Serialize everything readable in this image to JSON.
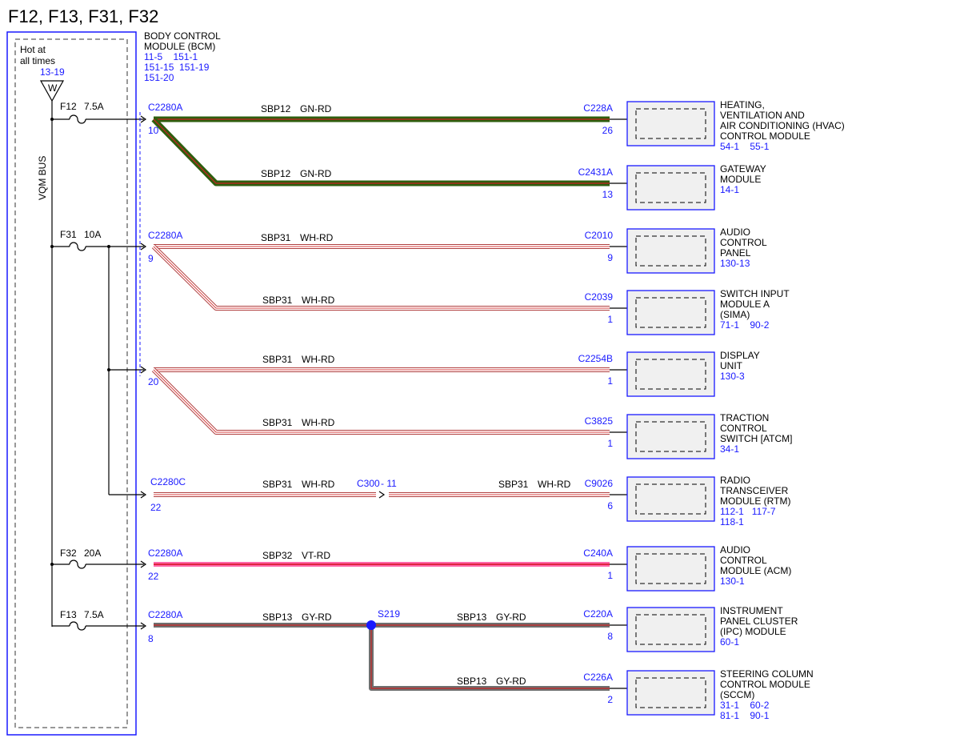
{
  "title": "F12, F13, F31, F32",
  "fuse_box": {
    "hot_label_1": "Hot at",
    "hot_label_2": "all times",
    "hot_ref": "13-19",
    "hot_symbol": "W",
    "bus_label": "VQM BUS"
  },
  "bcm": {
    "name_1": "BODY CONTROL",
    "name_2": "MODULE (BCM)",
    "refs_1": "11-5    151-1",
    "refs_2": "151-15  151-19",
    "refs_3": "151-20"
  },
  "fuses": [
    {
      "name": "F12",
      "rating": "7.5A"
    },
    {
      "name": "F31",
      "rating": "10A"
    },
    {
      "name": "F32",
      "rating": "20A"
    },
    {
      "name": "F13",
      "rating": "7.5A"
    }
  ],
  "bcm_pins": [
    {
      "connector": "C2280A",
      "pin": "10"
    },
    {
      "connector": "C2280A",
      "pin": "9"
    },
    {
      "connector": "",
      "pin": "20"
    },
    {
      "connector": "C2280C",
      "pin": "22"
    },
    {
      "connector": "C2280A",
      "pin": "22"
    },
    {
      "connector": "C2280A",
      "pin": "8"
    }
  ],
  "wires": [
    {
      "circuit": "SBP12",
      "color": "GN-RD"
    },
    {
      "circuit": "SBP12",
      "color": "GN-RD"
    },
    {
      "circuit": "SBP31",
      "color": "WH-RD"
    },
    {
      "circuit": "SBP31",
      "color": "WH-RD"
    },
    {
      "circuit": "SBP31",
      "color": "WH-RD"
    },
    {
      "circuit": "SBP31",
      "color": "WH-RD"
    },
    {
      "circuit": "SBP31",
      "color": "WH-RD"
    },
    {
      "circuit": "SBP31",
      "color": "WH-RD"
    },
    {
      "circuit": "SBP32",
      "color": "VT-RD"
    },
    {
      "circuit": "SBP13",
      "color": "GY-RD"
    },
    {
      "circuit": "SBP13",
      "color": "GY-RD"
    },
    {
      "circuit": "SBP13",
      "color": "GY-RD"
    }
  ],
  "inline_connector": {
    "name": "C300",
    "pin": "- 11"
  },
  "splice": {
    "name": "S219"
  },
  "modules": [
    {
      "connector": "C228A",
      "pin": "26",
      "lines": [
        "HEATING,",
        "VENTILATION AND",
        "AIR CONDITIONING (HVAC)",
        "CONTROL MODULE"
      ],
      "refs": [
        "54-1    55-1"
      ]
    },
    {
      "connector": "C2431A",
      "pin": "13",
      "lines": [
        "GATEWAY",
        "MODULE"
      ],
      "refs": [
        "14-1"
      ]
    },
    {
      "connector": "C2010",
      "pin": "9",
      "lines": [
        "AUDIO",
        "CONTROL",
        "PANEL"
      ],
      "refs": [
        "130-13"
      ]
    },
    {
      "connector": "C2039",
      "pin": "1",
      "lines": [
        "SWITCH INPUT",
        "MODULE A",
        "(SIMA)"
      ],
      "refs": [
        "71-1    90-2"
      ]
    },
    {
      "connector": "C2254B",
      "pin": "1",
      "lines": [
        "DISPLAY",
        "UNIT"
      ],
      "refs": [
        "130-3"
      ]
    },
    {
      "connector": "C3825",
      "pin": "1",
      "lines": [
        "TRACTION",
        "CONTROL",
        "SWITCH [ATCM]"
      ],
      "refs": [
        "34-1"
      ]
    },
    {
      "connector": "C9026",
      "pin": "6",
      "lines": [
        "RADIO",
        "TRANSCEIVER",
        "MODULE (RTM)"
      ],
      "refs": [
        "112-1   117-7",
        "118-1"
      ]
    },
    {
      "connector": "C240A",
      "pin": "1",
      "lines": [
        "AUDIO",
        "CONTROL",
        "MODULE (ACM)"
      ],
      "refs": [
        "130-1"
      ]
    },
    {
      "connector": "C220A",
      "pin": "8",
      "lines": [
        "INSTRUMENT",
        "PANEL CLUSTER",
        "(IPC) MODULE"
      ],
      "refs": [
        "60-1"
      ]
    },
    {
      "connector": "C226A",
      "pin": "2",
      "lines": [
        "STEERING COLUMN",
        "CONTROL MODULE",
        "(SCCM)"
      ],
      "refs": [
        "31-1    60-2",
        "81-1    90-1"
      ]
    }
  ],
  "colors": {
    "gn_rd_base": "#2e5e0e",
    "gn_rd_stripe": "#cc2222",
    "wh_rd_base": "#ffffff",
    "wh_rd_stripe": "#d84040",
    "vt_rd_base": "#ff66aa",
    "vt_rd_stripe": "#cc0000",
    "gy_rd_base": "#6e6e6e",
    "gy_rd_stripe": "#cc2222",
    "module_fill": "#f0f0f0",
    "module_border": "#1a1aff",
    "ref_text": "#1a1aff"
  }
}
